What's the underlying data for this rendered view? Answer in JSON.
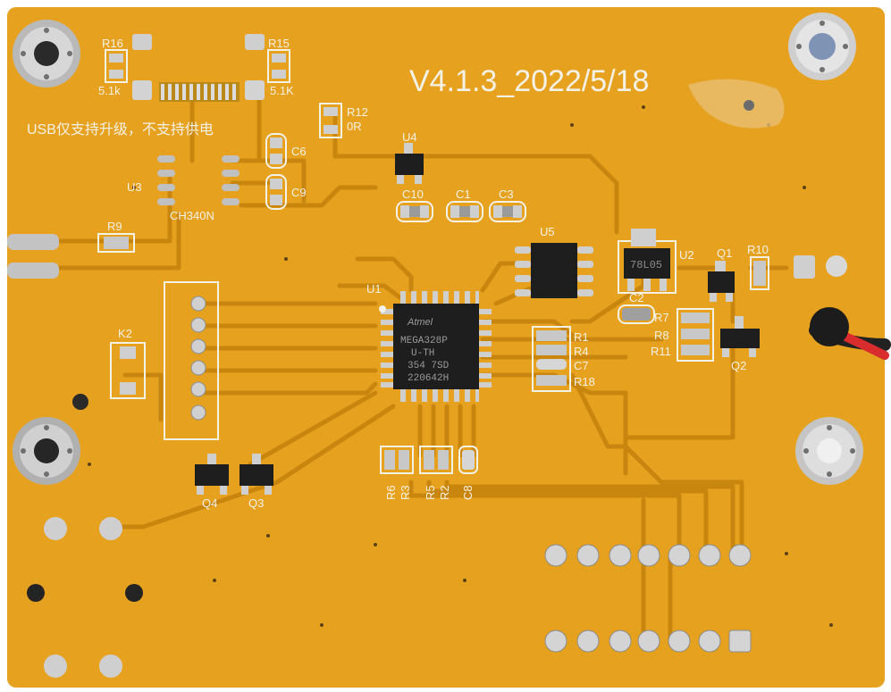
{
  "board": {
    "version": "V4.1.3_2022/5/18",
    "usb_note": "USB仅支持升级，不支持供电",
    "colors": {
      "substrate": "#e6a11f",
      "trace": "#c9860f",
      "silkscreen": "#f4f1e6",
      "chip": "#1e1e1e",
      "pad": "#c8c8c8"
    }
  },
  "labels": {
    "r16": "R16",
    "r15": "R15",
    "r16_val": "5.1k",
    "r15_val": "5.1K",
    "r12": "R12",
    "r12_val": "0R",
    "u3": "U3",
    "u3_part": "CH340N",
    "c6": "C6",
    "c9": "C9",
    "u4": "U4",
    "c10": "C10",
    "c1": "C1",
    "c3": "C3",
    "u5": "U5",
    "u2": "U2",
    "u2_part": "78L05",
    "q1": "Q1",
    "r10": "R10",
    "r9": "R9",
    "k2": "K2",
    "u1": "U1",
    "c2": "C2",
    "r7": "R7",
    "r8": "R8",
    "r11": "R11",
    "q2": "Q2",
    "r1": "R1",
    "r4": "R4",
    "c7": "C7",
    "r18": "R18",
    "q4": "Q4",
    "q3": "Q3",
    "r6": "R6",
    "r3": "R3",
    "r5": "R5",
    "r2": "R2",
    "c8": "C8"
  },
  "u1_marking": {
    "brand": "Atmel",
    "line1": "MEGA328P",
    "line2": "U-TH",
    "line3": "354 7SD",
    "line4": "220642H"
  }
}
